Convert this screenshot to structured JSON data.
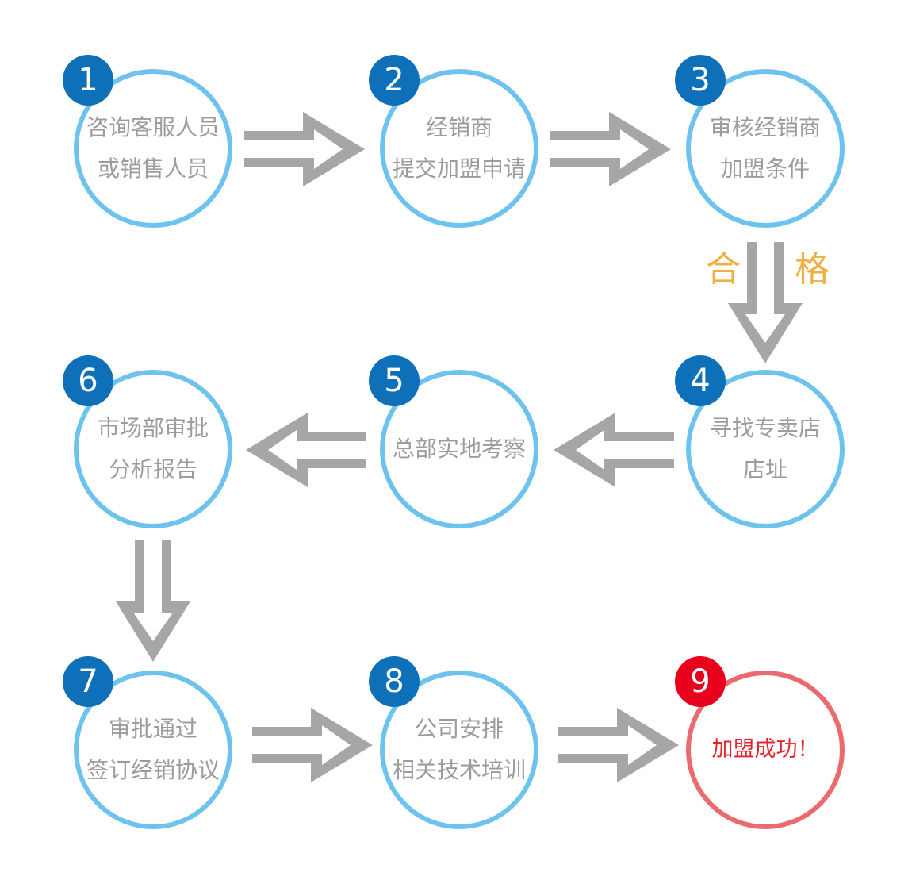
{
  "colors": {
    "ring": "#6ec3ee",
    "badge": "#0d70b9",
    "text": "#9c9c9c",
    "arrow": "#a6a6a6",
    "qualified": "#f0b040",
    "final_ring": "#e96a6f",
    "final_badge": "#e8001c",
    "final_text": "#e0262f"
  },
  "steps": [
    {
      "number": "1",
      "line1": "咨询客服人员",
      "line2": "或销售人员"
    },
    {
      "number": "2",
      "line1": "经销商",
      "line2": "提交加盟申请"
    },
    {
      "number": "3",
      "line1": "审核经销商",
      "line2": "加盟条件"
    },
    {
      "number": "4",
      "line1": "寻找专卖店",
      "line2": "店址"
    },
    {
      "number": "5",
      "line1": "总部实地考察",
      "line2": ""
    },
    {
      "number": "6",
      "line1": "市场部审批",
      "line2": "分析报告"
    },
    {
      "number": "7",
      "line1": "审批通过",
      "line2": "签订经销协议"
    },
    {
      "number": "8",
      "line1": "公司安排",
      "line2": "相关技术培训"
    },
    {
      "number": "9",
      "line1": "加盟成功！",
      "line2": ""
    }
  ],
  "qualified_label": {
    "left_char": "合",
    "right_char": "格"
  }
}
